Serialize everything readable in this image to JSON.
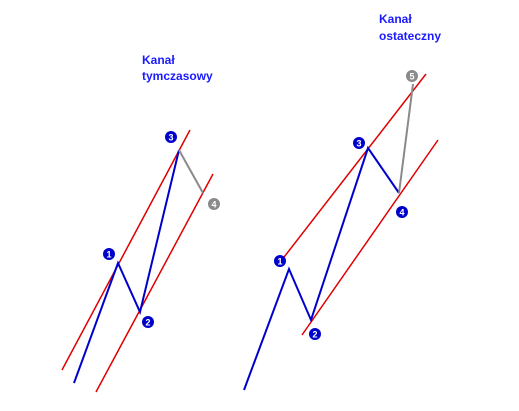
{
  "colors": {
    "channel_line": "#e00000",
    "wave_line": "#0000cc",
    "projection_line": "#8a8a8a",
    "badge_primary": "#0000cc",
    "badge_projected": "#8a8a8a",
    "label_text": "#1a1aff"
  },
  "panels": [
    {
      "id": "temporary",
      "title_lines": [
        "Kanał",
        "tymczasowy"
      ],
      "points": [
        {
          "label": "1",
          "status": "confirmed"
        },
        {
          "label": "2",
          "status": "confirmed"
        },
        {
          "label": "3",
          "status": "confirmed"
        },
        {
          "label": "4",
          "status": "projected"
        }
      ]
    },
    {
      "id": "final",
      "title_lines": [
        "Kanał",
        "ostateczny"
      ],
      "points": [
        {
          "label": "1",
          "status": "confirmed"
        },
        {
          "label": "2",
          "status": "confirmed"
        },
        {
          "label": "3",
          "status": "confirmed"
        },
        {
          "label": "4",
          "status": "confirmed"
        },
        {
          "label": "5",
          "status": "projected"
        }
      ]
    }
  ]
}
